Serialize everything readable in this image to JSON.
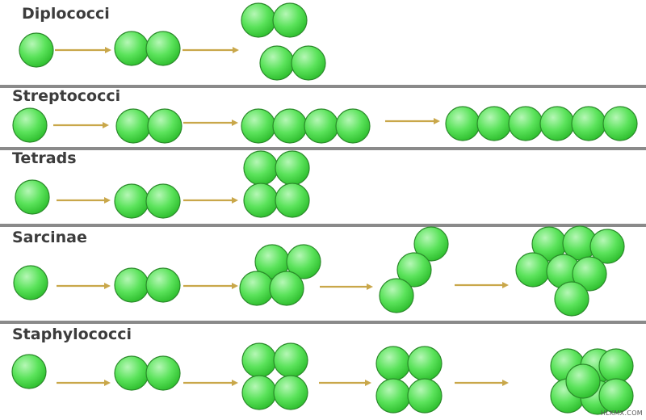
{
  "colors": {
    "cell_fill_light": "#b6f7b6",
    "cell_fill": "#5be35b",
    "cell_fill_dark": "#2fbf2f",
    "cell_stroke": "#2b8a2b",
    "arrow": "#c9a74a",
    "divider": "#8a8a8a"
  },
  "watermark": "HLKMX.COM",
  "rows": [
    {
      "id": "diplococci",
      "title": "Diplococci",
      "stages": [
        {
          "cells": 1,
          "arrangement": "single"
        },
        {
          "cells": 2,
          "arrangement": "pair"
        },
        {
          "cells": 4,
          "arrangement": "two-separate-pairs"
        }
      ]
    },
    {
      "id": "streptococci",
      "title": "Streptococci",
      "stages": [
        {
          "cells": 1,
          "arrangement": "single"
        },
        {
          "cells": 2,
          "arrangement": "pair"
        },
        {
          "cells": 4,
          "arrangement": "chain"
        },
        {
          "cells": 6,
          "arrangement": "chain"
        }
      ]
    },
    {
      "id": "tetrads",
      "title": "Tetrads",
      "stages": [
        {
          "cells": 1,
          "arrangement": "single"
        },
        {
          "cells": 2,
          "arrangement": "pair"
        },
        {
          "cells": 4,
          "arrangement": "square"
        }
      ]
    },
    {
      "id": "sarcinae",
      "title": "Sarcinae",
      "stages": [
        {
          "cells": 1,
          "arrangement": "single"
        },
        {
          "cells": 2,
          "arrangement": "pair"
        },
        {
          "cells": 4,
          "arrangement": "offset-square"
        },
        {
          "cells": 3,
          "arrangement": "diagonal"
        },
        {
          "cells": 8,
          "arrangement": "cube-packet"
        }
      ]
    },
    {
      "id": "staphylococci",
      "title": "Staphylococci",
      "stages": [
        {
          "cells": 1,
          "arrangement": "single"
        },
        {
          "cells": 2,
          "arrangement": "pair"
        },
        {
          "cells": 4,
          "arrangement": "square"
        },
        {
          "cells": 4,
          "arrangement": "square"
        },
        {
          "cells": 8,
          "arrangement": "irregular-cluster"
        }
      ]
    }
  ]
}
